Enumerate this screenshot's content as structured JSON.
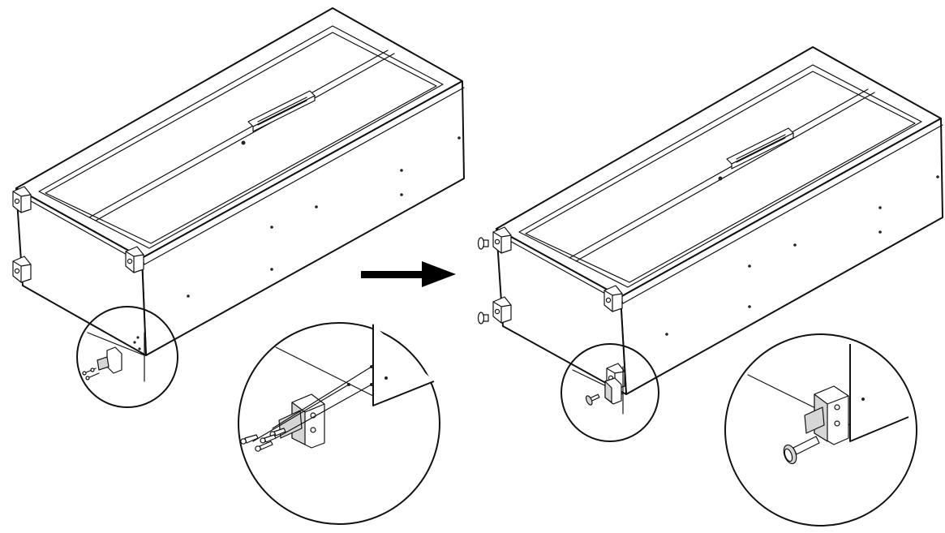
{
  "colors": {
    "line": "#111111",
    "paper": "#ffffff",
    "shade": "#d6d6d6"
  },
  "figure": {
    "steps": [
      {
        "name": "before",
        "detail": "leveling-foot-holes-and-screws"
      },
      {
        "name": "after",
        "detail": "leveling-foot-installed"
      }
    ],
    "direction_icon": "arrow-right-icon"
  }
}
